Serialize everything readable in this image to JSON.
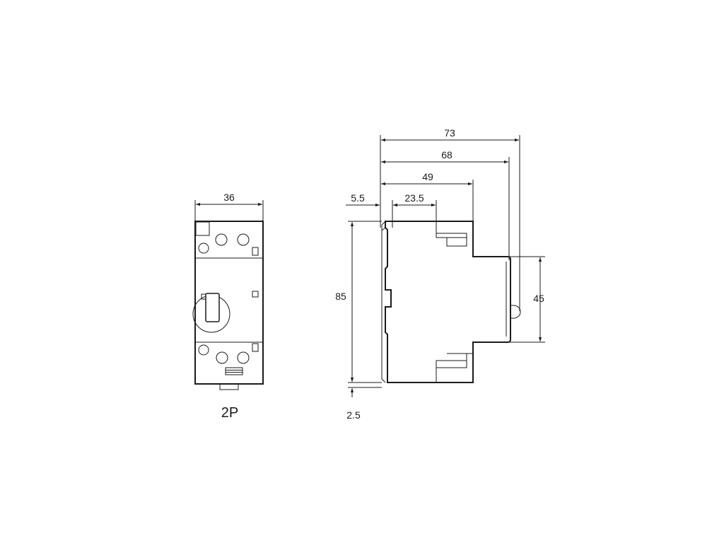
{
  "front_view": {
    "width_dim": "36",
    "pole_label": "2P"
  },
  "side_view": {
    "dim_total_depth": "73",
    "dim_depth_68": "68",
    "dim_depth_49": "49",
    "dim_offset_23_5": "23.5",
    "dim_offset_5_5": "5.5",
    "dim_height_85": "85",
    "dim_front_45": "45",
    "dim_rail_2_5": "2.5"
  }
}
